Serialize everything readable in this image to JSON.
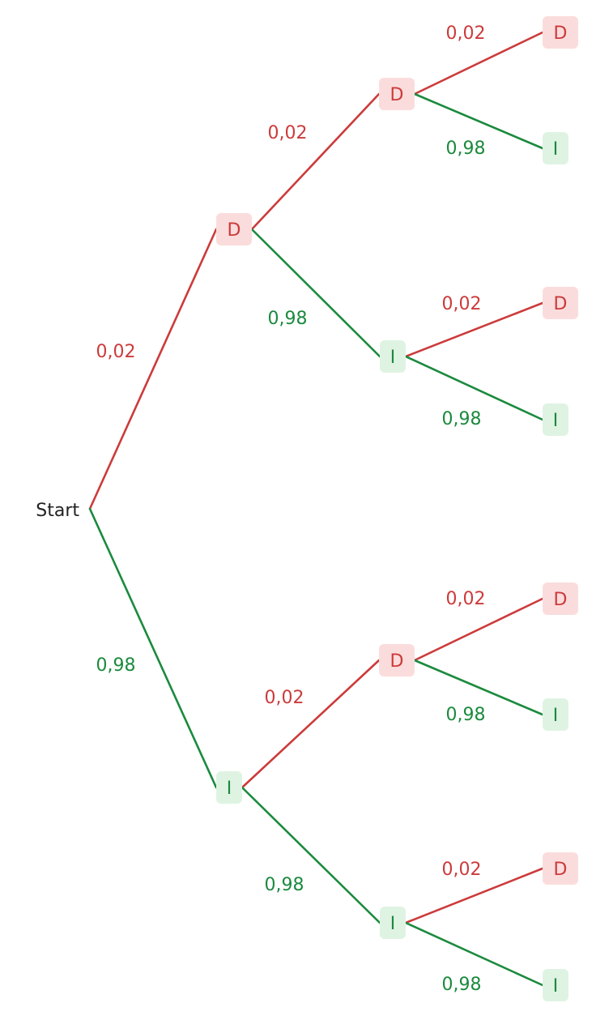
{
  "colors": {
    "defect": "#cc3b3b",
    "intact": "#1b8a3e",
    "defect_bg": "#fbdcdc",
    "intact_bg": "#dff3e3",
    "text": "#222222"
  },
  "tree": {
    "root": "Start",
    "level1": [
      {
        "label": "D",
        "type": "defect",
        "prob": "0,02"
      },
      {
        "label": "I",
        "type": "intact",
        "prob": "0,98"
      }
    ],
    "level2": [
      {
        "label": "D",
        "type": "defect",
        "prob": "0,02"
      },
      {
        "label": "I",
        "type": "intact",
        "prob": "0,98"
      },
      {
        "label": "D",
        "type": "defect",
        "prob": "0,02"
      },
      {
        "label": "I",
        "type": "intact",
        "prob": "0,98"
      }
    ],
    "level3": [
      {
        "label": "D",
        "type": "defect",
        "prob": "0,02"
      },
      {
        "label": "I",
        "type": "intact",
        "prob": "0,98"
      },
      {
        "label": "D",
        "type": "defect",
        "prob": "0,02"
      },
      {
        "label": "I",
        "type": "intact",
        "prob": "0,98"
      },
      {
        "label": "D",
        "type": "defect",
        "prob": "0,02"
      },
      {
        "label": "I",
        "type": "intact",
        "prob": "0,98"
      },
      {
        "label": "D",
        "type": "defect",
        "prob": "0,02"
      },
      {
        "label": "I",
        "type": "intact",
        "prob": "0,98"
      }
    ]
  }
}
